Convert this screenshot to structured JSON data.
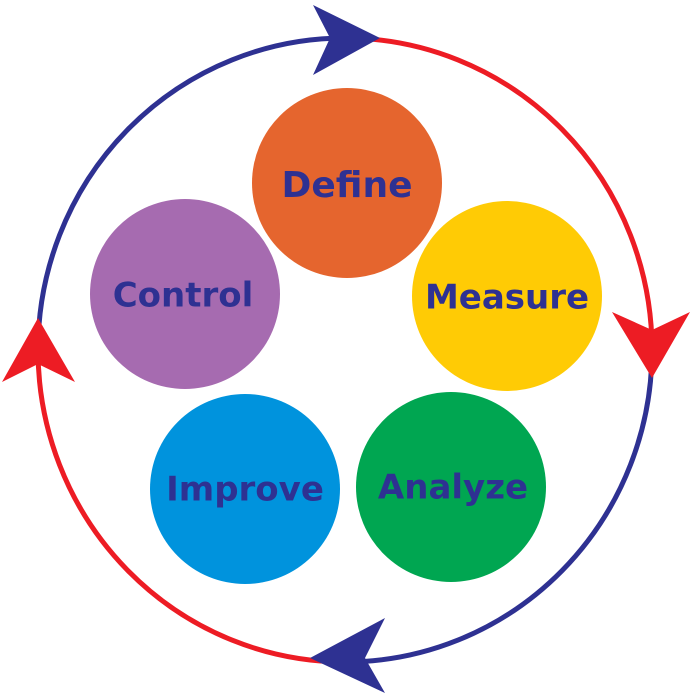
{
  "diagram": {
    "colors": {
      "ring_blue": "#2e3192",
      "ring_red": "#ed1c24",
      "label_text": "#2e3192"
    },
    "stages": [
      {
        "label": "Define",
        "color": "#e5652e"
      },
      {
        "label": "Measure",
        "color": "#ffcb05"
      },
      {
        "label": "Analyze",
        "color": "#00a651"
      },
      {
        "label": "Improve",
        "color": "#0093dd"
      },
      {
        "label": "Control",
        "color": "#a66bb0"
      }
    ]
  }
}
